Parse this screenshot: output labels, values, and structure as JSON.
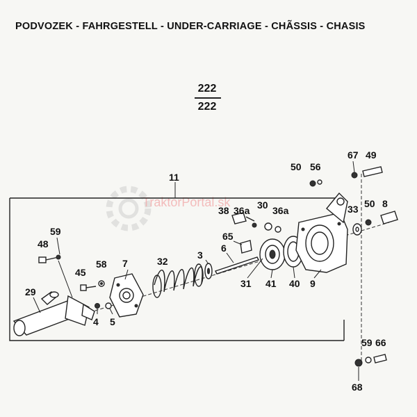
{
  "header": {
    "title": "PODVOZEK - FAHRGESTELL - UNDER-CARRIAGE - CHÃSSIS - CHASIS",
    "page_top": "222",
    "page_bottom": "222"
  },
  "watermark": "TraktorPortal.sk",
  "callouts": {
    "c11": "11",
    "c50a": "50",
    "c56": "56",
    "c67": "67",
    "c49": "49",
    "c38": "38",
    "c36a_1": "36a",
    "c30": "30",
    "c36a_2": "36a",
    "c33": "33",
    "c50b": "50",
    "c8": "8",
    "c59a": "59",
    "c48": "48",
    "c65": "65",
    "c32": "32",
    "c3": "3",
    "c6": "6",
    "c7": "7",
    "c45": "45",
    "c58": "58",
    "c29": "29",
    "c4": "4",
    "c5": "5",
    "c31": "31",
    "c41": "41",
    "c40": "40",
    "c9": "9",
    "c59b": "59",
    "c66": "66",
    "c68": "68"
  }
}
